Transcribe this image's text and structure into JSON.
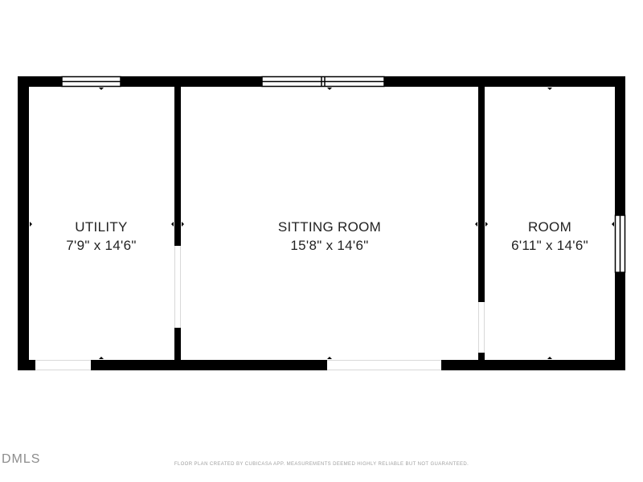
{
  "rooms": {
    "utility": {
      "name": "UTILITY",
      "dims": "7'9\" x 14'6\""
    },
    "sitting": {
      "name": "SITTING ROOM",
      "dims": "15'8\" x 14'6\""
    },
    "room": {
      "name": "ROOM",
      "dims": "6'11\" x 14'6\""
    }
  },
  "footer": {
    "disclaimer": "FLOOR PLAN CREATED BY CUBICASA APP. MEASUREMENTS DEEMED HIGHLY RELIABLE BUT NOT GUARANTEED."
  },
  "logo": {
    "text": "DMLS"
  },
  "colors": {
    "wall": "#000000",
    "background": "#ffffff",
    "label": "#222222",
    "footer": "#a0a0a0"
  }
}
